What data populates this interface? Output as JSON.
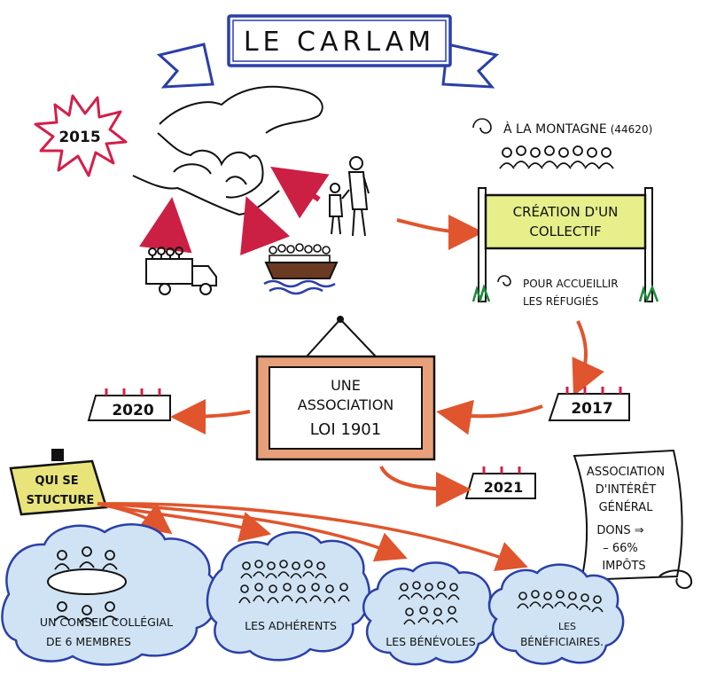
{
  "title": "LE CARLAM",
  "star_year": "2015",
  "mountain": {
    "line1": "À LA MONTAGNE",
    "line2": "(44620)"
  },
  "sign": {
    "line1": "CRÉATION D'UN",
    "line2": "COLLECTIF"
  },
  "sign_note": {
    "line1": "POUR ACCUEILLIR",
    "line2": "LES RÉFUGIÉS"
  },
  "frame": {
    "line1": "UNE",
    "line2": "ASSOCIATION",
    "line3": "LOI 1901"
  },
  "year_left": "2020",
  "year_right": "2017",
  "year_bottom": "2021",
  "tag": {
    "line1": "QUI SE",
    "line2": "STUCTURE"
  },
  "scroll": {
    "line1": "ASSOCIATION",
    "line2": "D'INTÉRÊT",
    "line3": "GÉNÉRAL",
    "line4": "DONS ⇒",
    "line5": "– 66%",
    "line6": "IMPÔTS"
  },
  "clouds": {
    "conseil_line1": "UN CONSEIL COLLÉGIAL",
    "conseil_line2": "DE 6 MEMBRES",
    "adherents": "LES ADHÉRENTS",
    "benevoles": "LES BÉNÉVOLES",
    "beneficiaires_line1": "LES",
    "beneficiaires_line2": "BÉNÉFICIAIRES."
  },
  "colors": {
    "banner_blue": "#2b3fa8",
    "arrow_orange": "#e0552d",
    "arrow_red": "#cc1f44",
    "star_red": "#d41f4a",
    "sign_yellow": "#e6ef8a",
    "cloud_blue": "#cfe3f4",
    "frame_orange": "#e8a07a",
    "tag_yellow": "#e8e47a"
  }
}
